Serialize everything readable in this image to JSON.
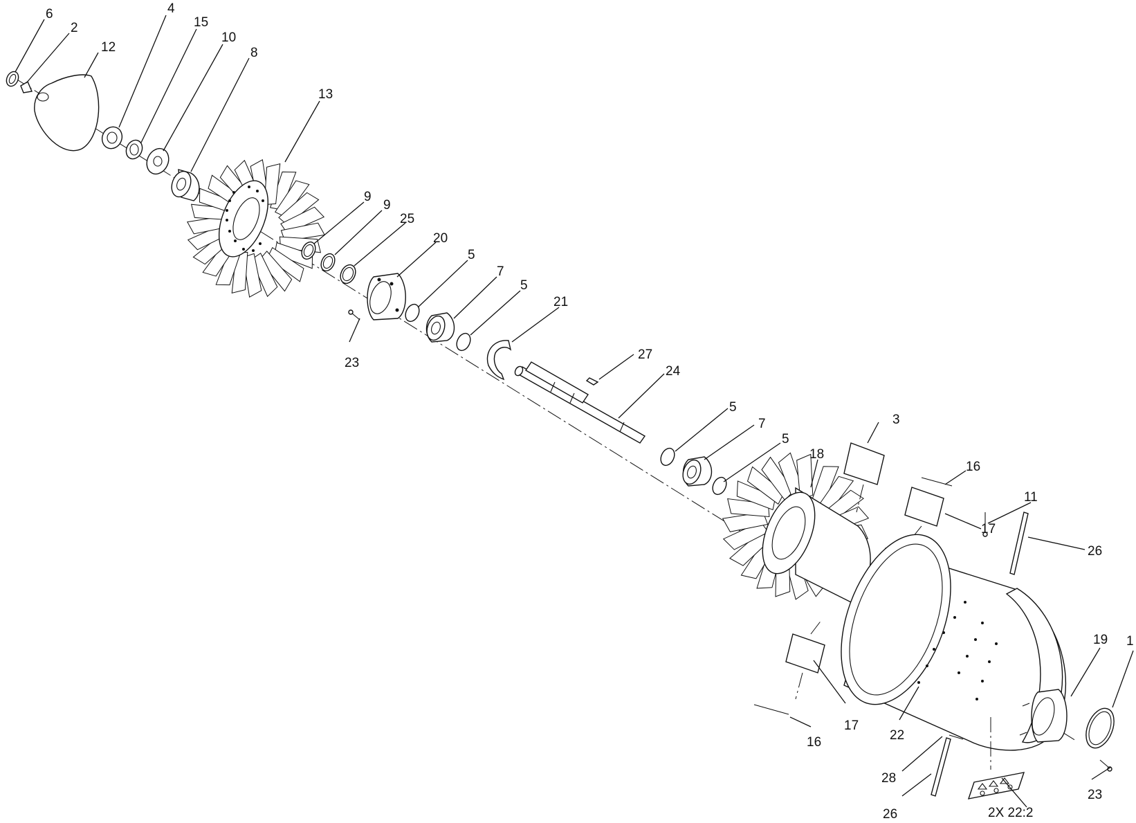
{
  "callouts": {
    "c6": "6",
    "c2": "2",
    "c12": "12",
    "c4": "4",
    "c15": "15",
    "c10": "10",
    "c8": "8",
    "c13": "13",
    "c9a": "9",
    "c9b": "9",
    "c25": "25",
    "c20": "20",
    "c5a": "5",
    "c7a": "7",
    "c5b": "5",
    "c21": "21",
    "c23a": "23",
    "c27": "27",
    "c24": "24",
    "c5c": "5",
    "c7b": "7",
    "c5d": "5",
    "c3": "3",
    "c16a": "16",
    "c18": "18",
    "c17a": "17",
    "c11": "11",
    "c26a": "26",
    "c19": "19",
    "c1": "1",
    "c17b": "17",
    "c16b": "16",
    "c22": "22",
    "c28": "28",
    "c23b": "23",
    "c26b": "26",
    "c2x": "2X  22:2"
  }
}
